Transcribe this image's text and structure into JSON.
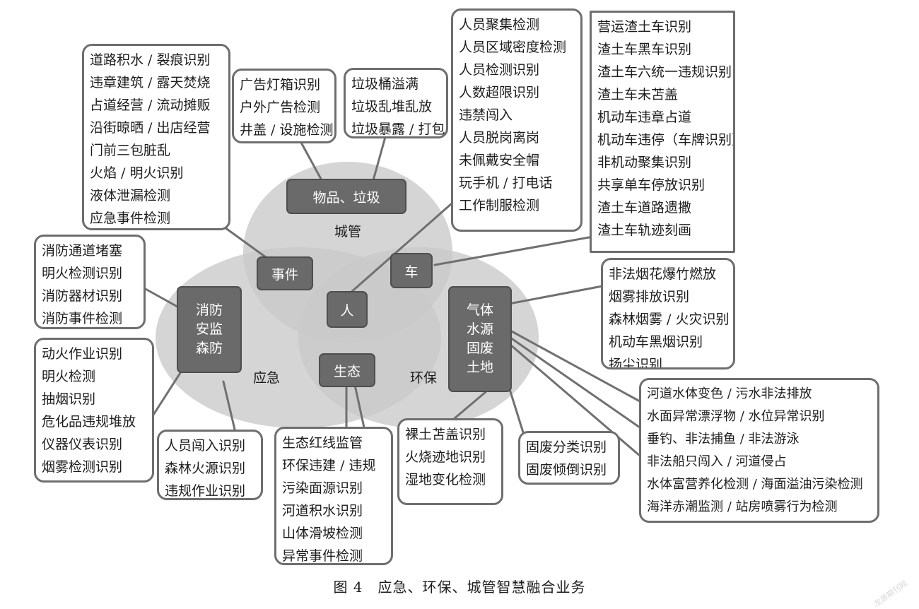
{
  "circles": {
    "chengguan": {
      "label": "城管"
    },
    "yingji": {
      "label": "应急"
    },
    "huanbao": {
      "label": "环保"
    }
  },
  "nodes": {
    "wupin": {
      "label": "物品、垃圾"
    },
    "shijian": {
      "label": "事件"
    },
    "che": {
      "label": "车"
    },
    "ren": {
      "label": "人"
    },
    "shengtai": {
      "label": "生态"
    },
    "xiaofang": {
      "lines": [
        "消防",
        "安监",
        "森防"
      ]
    },
    "qiti": {
      "lines": [
        "气体",
        "水源",
        "固废",
        "土地"
      ]
    }
  },
  "callouts": {
    "daolu": [
      "道路积水 / 裂痕识别",
      "违章建筑 / 露天焚烧",
      "占道经营 / 流动摊贩",
      "沿街晾晒 / 出店经营",
      "门前三包脏乱",
      "火焰 / 明火识别",
      "液体泄漏检测",
      "应急事件检测"
    ],
    "guanggao": [
      "广告灯箱识别",
      "户外广告检测",
      "井盖 / 设施检测"
    ],
    "laji": [
      "垃圾桶溢满",
      "垃圾乱堆乱放",
      "垃圾暴露 / 打包"
    ],
    "renyuan": [
      "人员聚集检测",
      "人员区域密度检测",
      "人员检测识别",
      "人数超限识别",
      "违禁闯入",
      "人员脱岗离岗",
      "未佩戴安全帽",
      "玩手机 / 打电话",
      "工作制服检测"
    ],
    "zhatuche": [
      "营运渣土车识别",
      "渣土车黑车识别",
      "渣土车六统一违规识别",
      "渣土车未苫盖",
      "机动车违章占道",
      "机动车违停（车牌识别）",
      "非机动聚集识别",
      "共享单车停放识别",
      "渣土车道路遗撒",
      "渣土车轨迹刻画"
    ],
    "xiaofangtd": [
      "消防通道堵塞",
      "明火检测识别",
      "消防器材识别",
      "消防事件检测"
    ],
    "donghuo": [
      "动火作业识别",
      "明火检测",
      "抽烟识别",
      "危化品违规堆放",
      "仪器仪表识别",
      "烟雾检测识别"
    ],
    "chuangru": [
      "人员闯入识别",
      "森林火源识别",
      "违规作业识别"
    ],
    "shengtaihx": [
      "生态红线监管",
      "环保违建 / 违规",
      "污染面源识别",
      "河道积水识别",
      "山体滑坡检测",
      "异常事件检测"
    ],
    "luotu": [
      "裸土苫盖识别",
      "火烧迹地识别",
      "湿地变化检测"
    ],
    "gufei": [
      "固废分类识别",
      "固废倾倒识别"
    ],
    "yanhua": [
      "非法烟花爆竹燃放",
      "烟雾排放识别",
      "森林烟雾 / 火灾识别",
      "机动车黑烟识别",
      "扬尘识别"
    ],
    "hedao": [
      "河道水体变色 / 污水非法排放",
      "水面异常漂浮物 / 水位异常识别",
      "垂钓、非法捕鱼 / 非法游泳",
      "非法船只闯入 / 河道侵占",
      "水体富营养化检测 / 海面溢油污染检测",
      "海洋赤潮监测 / 站房喷雾行为检测"
    ]
  },
  "caption": "图 4　应急、环保、城管智慧融合业务",
  "watermark": "龙源期刊网",
  "colors": {
    "circle_fill": "#c9c9c9",
    "node_fill": "#6a6a6a",
    "callout_border": "#6e6e6e",
    "connector": "#707070"
  }
}
